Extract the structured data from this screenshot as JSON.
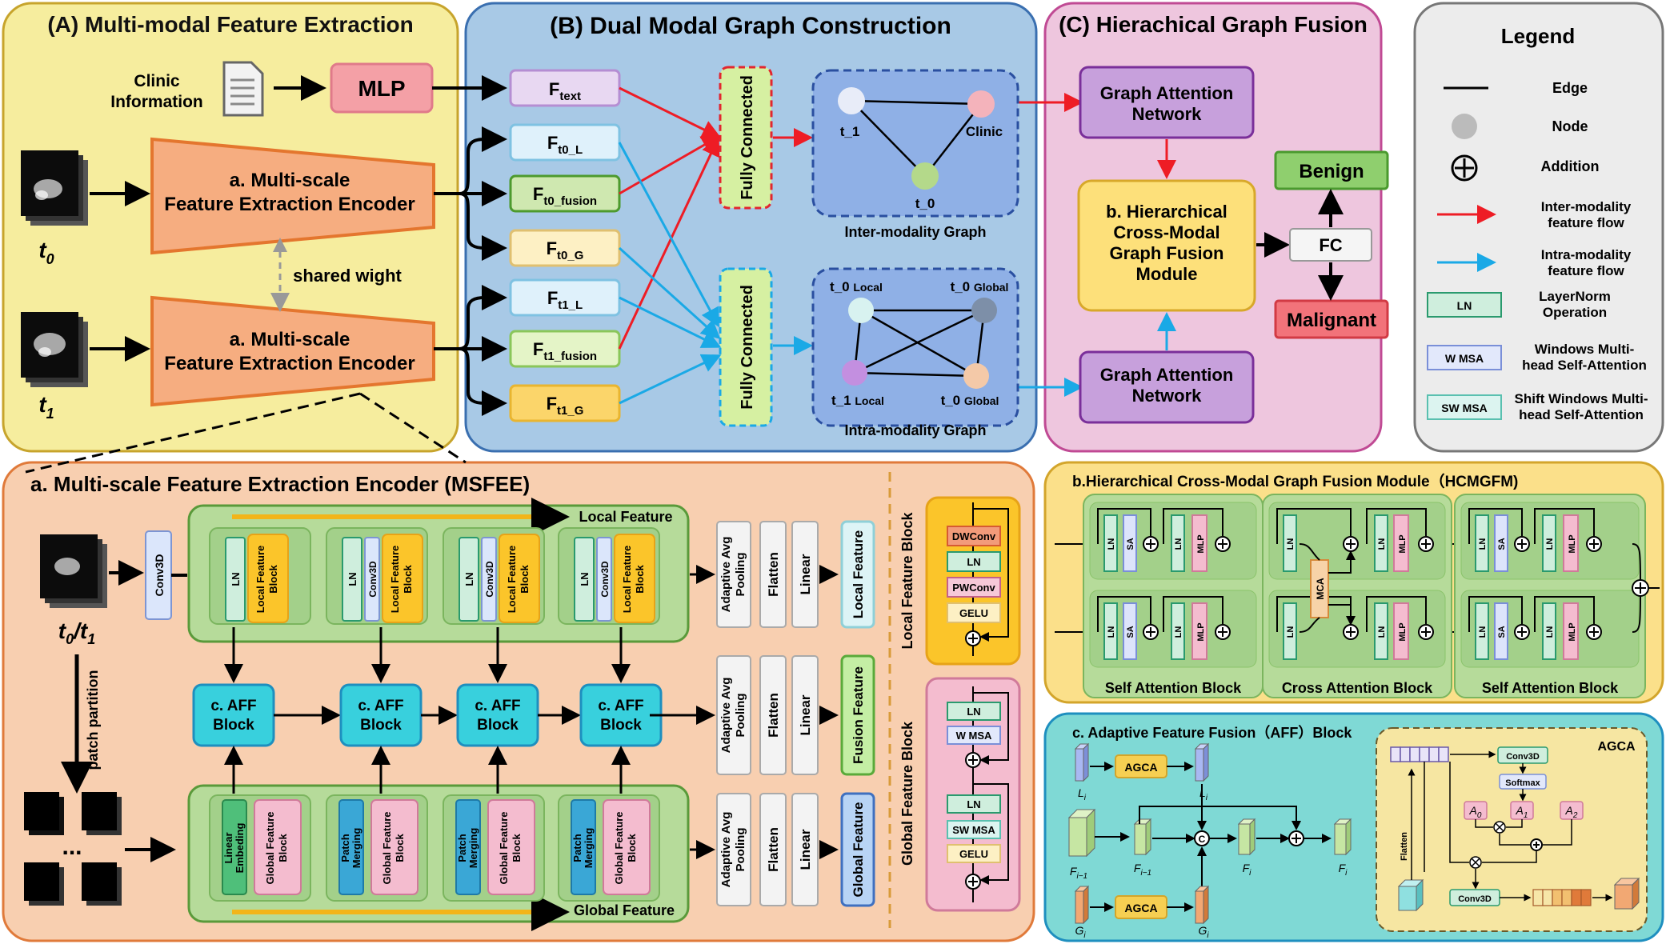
{
  "panelA": {
    "title": "(A) Multi-modal Feature Extraction",
    "clinic_line1": "Clinic",
    "clinic_line2": "Information",
    "mlp": "MLP",
    "encoder_line1": "a. Multi-scale",
    "encoder_line2": "Feature Extraction Encoder",
    "shared": "shared wight",
    "t0": "t",
    "t0_sub": "0",
    "t1": "t",
    "t1_sub": "1"
  },
  "panelB": {
    "title": "(B) Dual Modal Graph Construction",
    "features": [
      {
        "main": "F",
        "sub": "text"
      },
      {
        "main": "F",
        "sub": "t0_L"
      },
      {
        "main": "F",
        "sub": "t0_fusion"
      },
      {
        "main": "F",
        "sub": "t0_G"
      },
      {
        "main": "F",
        "sub": "t1_L"
      },
      {
        "main": "F",
        "sub": "t1_fusion"
      },
      {
        "main": "F",
        "sub": "t1_G"
      }
    ],
    "fc": "Fully Connected",
    "inter_nodes": [
      "t_1",
      "Clinic",
      "t_0"
    ],
    "inter_graph": "Inter-modality Graph",
    "intra_nodes": [
      "t_0",
      "Local",
      "t_0",
      "Global",
      "t_1",
      "Local",
      "t_0",
      "Global"
    ],
    "intra_graph": "Intra-modality Graph"
  },
  "panelC": {
    "title": "(C) Hierachical Graph Fusion",
    "gat1_line1": "Graph Attention",
    "gat1_line2": "Network",
    "gat2_line1": "Graph Attention",
    "gat2_line2": "Network",
    "hcm": [
      "b. Hierarchical",
      "Cross-Modal",
      "Graph Fusion",
      "Module"
    ],
    "benign": "Benign",
    "fc": "FC",
    "malignant": "Malignant"
  },
  "legend": {
    "title": "Legend",
    "items": [
      {
        "label": "Edge"
      },
      {
        "label": "Node"
      },
      {
        "label": "Addition"
      },
      {
        "label": "Inter-modality feature flow",
        "line1": "Inter-modality",
        "line2": "feature flow"
      },
      {
        "label": "Intra-modality feature flow",
        "line1": "Intra-modality",
        "line2": "feature flow"
      },
      {
        "label": "LayerNorm Operation",
        "swatch": "LN",
        "line1": "LayerNorm",
        "line2": "Operation"
      },
      {
        "label": "Windows Multi-head Self-Attention",
        "swatch": "W MSA",
        "line1": "Windows Multi-",
        "line2": "head Self-Attention"
      },
      {
        "label": "Shift Windows Multi-head Self-Attention",
        "swatch": "SW MSA",
        "line1": "Shift Windows Multi-",
        "line2": "head Self-Attention"
      }
    ]
  },
  "msfee": {
    "title": "a. Multi-scale Feature Extraction Encoder (MSFEE)",
    "input_label_main": "t",
    "input_label": "0",
    "input_label2": "1",
    "patch": "patch partition",
    "conv3d": "Conv3D",
    "local_feature": "Local Feature",
    "global_feature": "Global Feature",
    "ln": "LN",
    "conv3d_small": "Conv3D",
    "lfb": [
      "Local Feature",
      "Block"
    ],
    "gfb": [
      "Global Feature",
      "Block"
    ],
    "linear_embed": [
      "Linear",
      "Embeding"
    ],
    "patch_merge": [
      "Patch",
      "Merging"
    ],
    "aff": [
      "c. AFF",
      "Block"
    ],
    "pool": [
      "Adaptive Avg",
      "Pooling"
    ],
    "flatten": "Flatten",
    "linear": "Linear",
    "out_local": "Local Feature",
    "out_fusion": "Fusion Feature",
    "out_global": "Global Feature",
    "lfb_title": "Local Feature Block",
    "gfb_title": "Global Feature Block",
    "lfb_items": [
      "DWConv",
      "LN",
      "PWConv",
      "GELU"
    ],
    "gfb_items1": [
      "LN",
      "W MSA"
    ],
    "gfb_items2": [
      "LN",
      "SW MSA",
      "GELU"
    ]
  },
  "hcmgfm": {
    "title": "b.Hierarchical Cross-Modal Graph Fusion Module（HCMGFM)",
    "ln": "LN",
    "sa": "SA",
    "mlp": "MLP",
    "mca": "MCA",
    "blocks": [
      "Self Attention Block",
      "Cross Attention Block",
      "Self Attention Block"
    ]
  },
  "aff": {
    "title": "c. Adaptive Feature Fusion（AFF）Block",
    "agca": "AGCA",
    "L": "L",
    "L_sub": "i",
    "Lp": "L",
    "Lp_sub": "i",
    "F1": "F",
    "F1_sub": "i−1",
    "F2": "F",
    "F2_sub": "i−1",
    "C": "C",
    "Ft": "F",
    "Ft_sub": "i",
    "Fo": "F",
    "Fo_sub": "i",
    "G": "G",
    "G_sub": "i",
    "Gp": "G",
    "Gp_sub": "i",
    "agca_title": "AGCA",
    "conv3d": "Conv3D",
    "softmax": "Softmax",
    "A0": "A",
    "A0_sub": "0",
    "A1": "A",
    "A1_sub": "1",
    "A2": "A",
    "A2_sub": "2",
    "flatten": "Flatten"
  },
  "colors": {
    "panelA": "#f6ed9e",
    "panelB": "#a8c9e6",
    "panelC": "#eec6de",
    "msfee": "#f8cfb0",
    "hcmgfm": "#fbe08a",
    "affpanel": "#7fd9d5",
    "red": "#ee1c25",
    "blue": "#1aa9e6"
  }
}
